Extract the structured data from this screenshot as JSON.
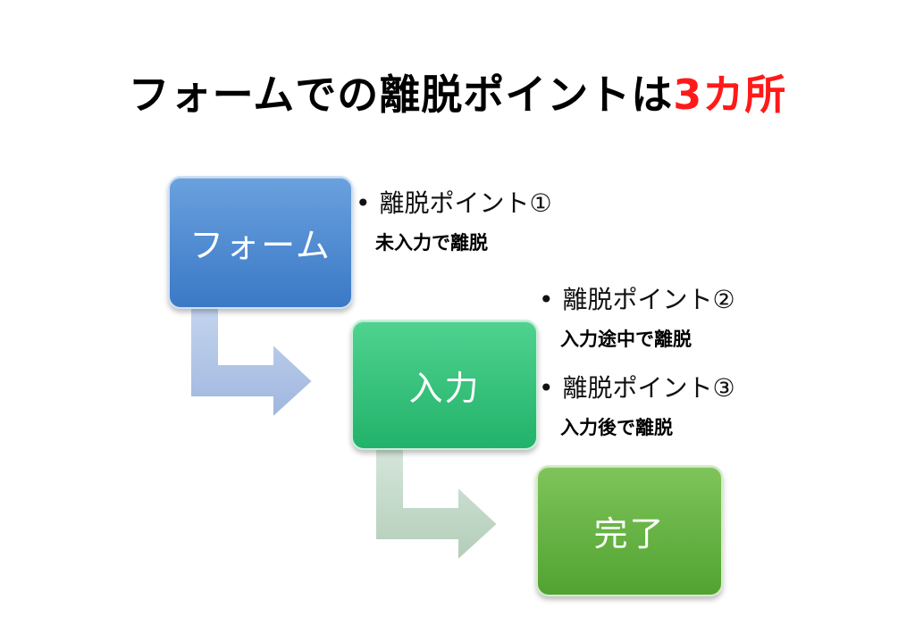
{
  "title": {
    "main": "フォームでの離脱ポイントは",
    "accent": "3カ所"
  },
  "steps": [
    {
      "label": "フォーム"
    },
    {
      "label": "入力"
    },
    {
      "label": "完了"
    }
  ],
  "notes": [
    {
      "bullet": "•",
      "heading": "離脱ポイント①",
      "detail": "未入力で離脱"
    },
    {
      "bullet": "•",
      "heading": "離脱ポイント②",
      "detail": "入力途中で離脱"
    },
    {
      "bullet": "•",
      "heading": "離脱ポイント③",
      "detail": "入力後で離脱"
    }
  ],
  "colors": {
    "accent": "#ff1a1a",
    "step_form": "#4a88d2",
    "step_input": "#2fc07b",
    "step_done": "#63b141",
    "arrow_1": "#b6c9e8",
    "arrow_2": "#c9ddd0"
  }
}
